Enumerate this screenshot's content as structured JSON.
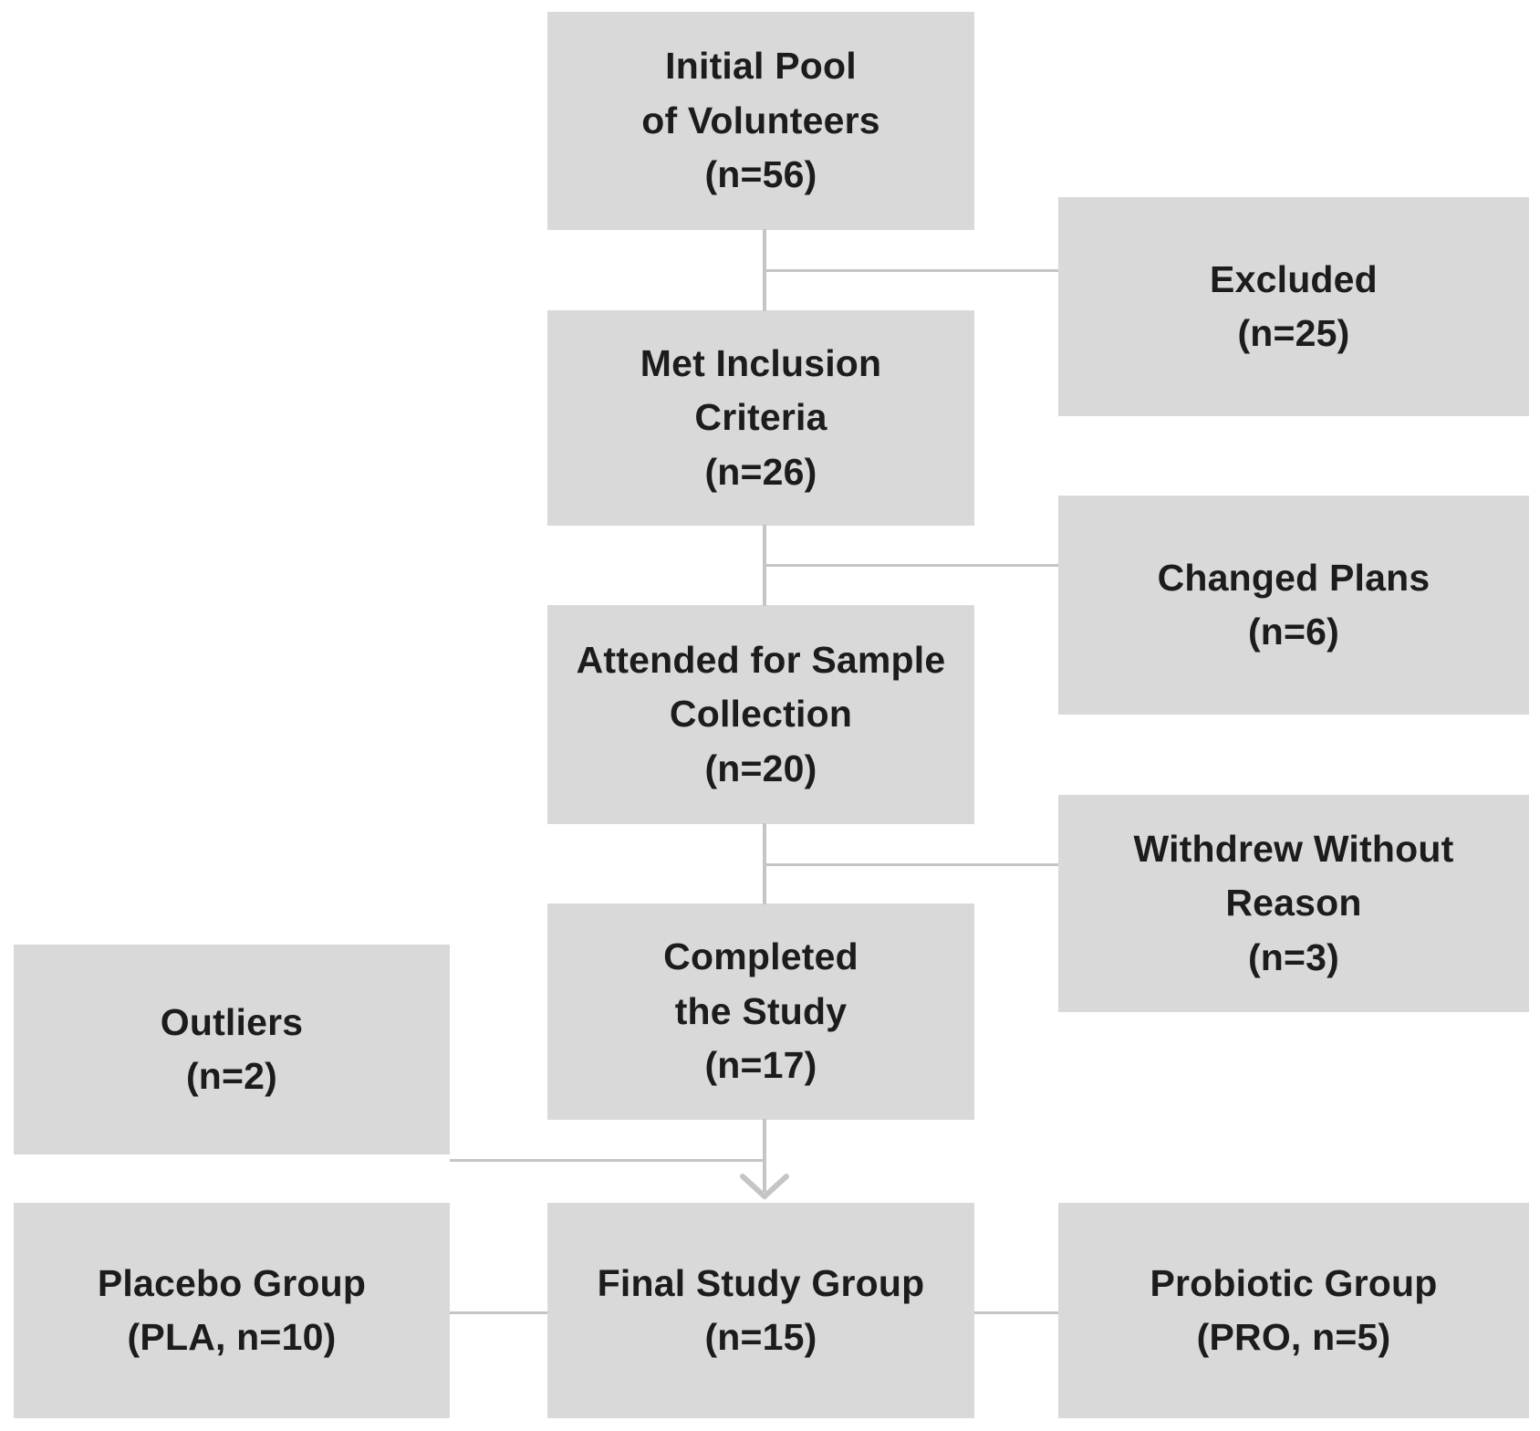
{
  "diagram": {
    "type": "flowchart",
    "description": "Participant flow diagram of study enrollment",
    "colors": {
      "background": "#ffffff",
      "box_fill": "#d9d9d9",
      "text_color": "#1c1c1c",
      "line_color": "#c5c5c5"
    },
    "nodes": {
      "initial_pool": {
        "label": "Initial Pool\nof Volunteers\n(n=56)",
        "n": 56
      },
      "excluded": {
        "label": "Excluded\n(n=25)",
        "n": 25
      },
      "met_inclusion": {
        "label": "Met Inclusion\nCriteria\n(n=26)",
        "n": 26
      },
      "changed_plans": {
        "label": "Changed Plans\n(n=6)",
        "n": 6
      },
      "attended": {
        "label": "Attended for Sample\nCollection\n(n=20)",
        "n": 20
      },
      "withdrew": {
        "label": "Withdrew Without\nReason\n(n=3)",
        "n": 3
      },
      "completed": {
        "label": "Completed\nthe Study\n(n=17)",
        "n": 17
      },
      "outliers": {
        "label": "Outliers\n(n=2)",
        "n": 2
      },
      "placebo": {
        "label": "Placebo Group\n(PLA, n=10)",
        "n": 10
      },
      "final_group": {
        "label": "Final Study Group\n(n=15)",
        "n": 15
      },
      "probiotic": {
        "label": "Probiotic Group\n(PRO, n=5)",
        "n": 5
      }
    },
    "edges": [
      {
        "from": "initial_pool",
        "to": "met_inclusion"
      },
      {
        "from": "initial_pool",
        "to": "excluded"
      },
      {
        "from": "met_inclusion",
        "to": "attended"
      },
      {
        "from": "met_inclusion",
        "to": "changed_plans"
      },
      {
        "from": "attended",
        "to": "completed"
      },
      {
        "from": "attended",
        "to": "withdrew"
      },
      {
        "from": "completed",
        "to": "final_group",
        "arrow": true
      },
      {
        "from": "completed",
        "to": "outliers"
      },
      {
        "from": "final_group",
        "to": "placebo"
      },
      {
        "from": "final_group",
        "to": "probiotic"
      }
    ]
  }
}
